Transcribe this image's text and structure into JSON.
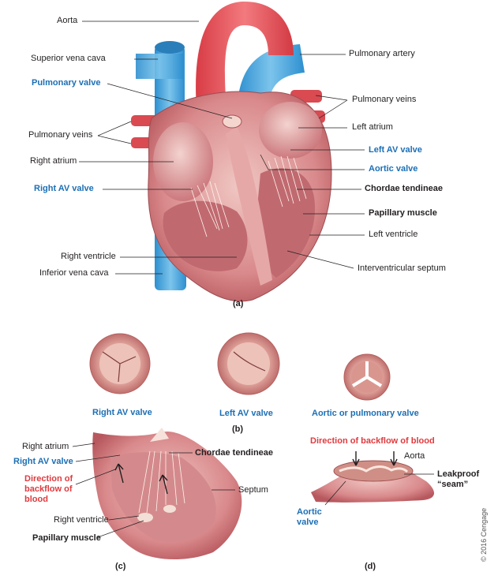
{
  "panel_a": {
    "tag": "(a)",
    "labels": {
      "aorta": "Aorta",
      "superior_vena_cava": "Superior vena cava",
      "pulmonary_valve": "Pulmonary valve",
      "pulmonary_veins_left": "Pulmonary veins",
      "right_atrium": "Right atrium",
      "right_av_valve": "Right AV valve",
      "right_ventricle": "Right ventricle",
      "inferior_vena_cava": "Inferior vena cava",
      "pulmonary_artery": "Pulmonary artery",
      "pulmonary_veins_right": "Pulmonary veins",
      "left_atrium": "Left atrium",
      "left_av_valve": "Left AV valve",
      "aortic_valve": "Aortic valve",
      "chordae_tendineae": "Chordae tendineae",
      "papillary_muscle": "Papillary muscle",
      "left_ventricle": "Left ventricle",
      "interventricular_septum": "Interventricular septum"
    }
  },
  "panel_b": {
    "tag": "(b)",
    "labels": {
      "right_av_valve": "Right AV valve",
      "left_av_valve": "Left AV valve",
      "semilunar_valve": "Aortic or pulmonary valve"
    }
  },
  "panel_c": {
    "tag": "(c)",
    "labels": {
      "right_atrium": "Right atrium",
      "right_av_valve": "Right AV valve",
      "backflow_line1": "Direction of",
      "backflow_line2": "backflow of",
      "backflow_line3": "blood",
      "right_ventricle": "Right ventricle",
      "papillary_muscle": "Papillary muscle",
      "chordae_tendineae": "Chordae tendineae",
      "septum": "Septum"
    }
  },
  "panel_d": {
    "tag": "(d)",
    "labels": {
      "backflow": "Direction of backflow of blood",
      "aorta": "Aorta",
      "leakproof_line1": "Leakproof",
      "leakproof_line2": "“seam”",
      "aortic_line1": "Aortic",
      "aortic_line2": "valve"
    }
  },
  "credit": "© 2016 Cengage",
  "colors": {
    "label_blue": "#1c6fb5",
    "label_red": "#e03a3e",
    "artery_red": "#e9555b",
    "vein_blue": "#4aa6dc",
    "muscle_pink": "#d98a8c",
    "chamber_interior": "#e7b5b3"
  }
}
